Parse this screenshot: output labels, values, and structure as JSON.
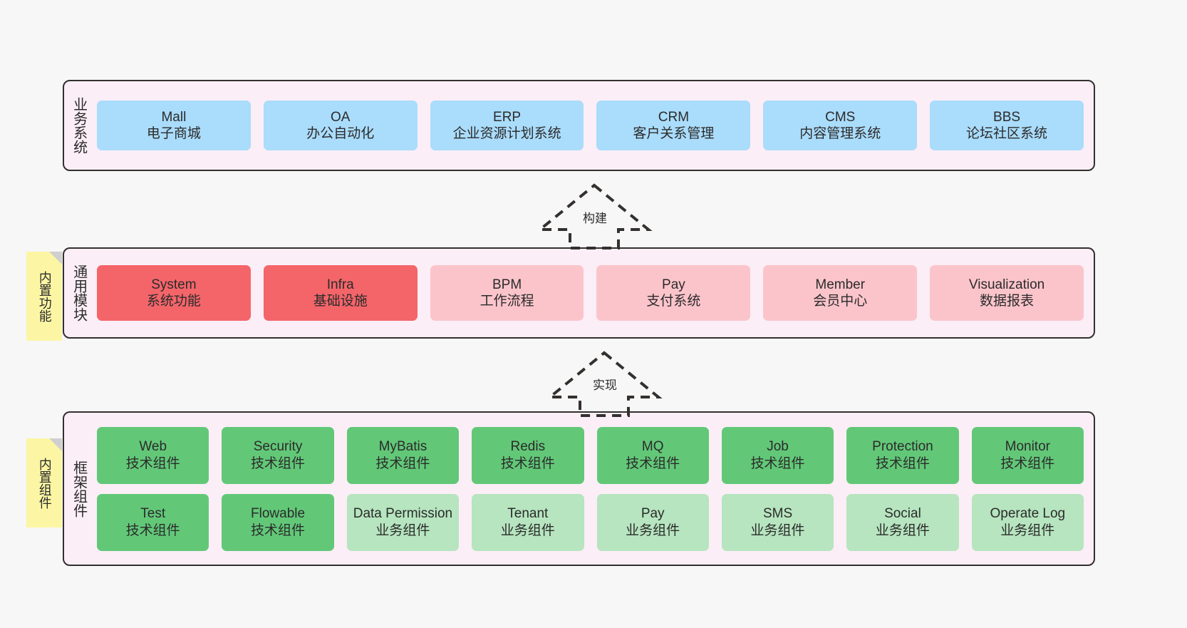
{
  "diagram": {
    "background_color": "#f7f7f7",
    "band_fill": "#fbeef6",
    "band_border": "#33302e",
    "note_fill": "#fcf6a4",
    "colors": {
      "blue": "#aadcfb",
      "red": "#f4656a",
      "pink": "#fbc4cb",
      "green": "#62c878",
      "light_green": "#b6e5bf"
    }
  },
  "notes": [
    {
      "label": "内置功能",
      "name": "note-builtin-functions"
    },
    {
      "label": "内置组件",
      "name": "note-builtin-components"
    }
  ],
  "connectors": [
    {
      "label": "构建",
      "style": "dashed-hollow-arrow-up",
      "name": "connector-build"
    },
    {
      "label": "实现",
      "style": "dashed-hollow-arrow-up",
      "name": "connector-implement"
    }
  ],
  "sections": {
    "business": {
      "title": "业务系统",
      "items": [
        {
          "name": "Mall",
          "desc": "电子商城",
          "color": "blue"
        },
        {
          "name": "OA",
          "desc": "办公自动化",
          "color": "blue"
        },
        {
          "name": "ERP",
          "desc": "企业资源计划系统",
          "color": "blue"
        },
        {
          "name": "CRM",
          "desc": "客户关系管理",
          "color": "blue"
        },
        {
          "name": "CMS",
          "desc": "内容管理系统",
          "color": "blue"
        },
        {
          "name": "BBS",
          "desc": "论坛社区系统",
          "color": "blue"
        }
      ]
    },
    "modules": {
      "title": "通用模块",
      "items": [
        {
          "name": "System",
          "desc": "系统功能",
          "color": "red"
        },
        {
          "name": "Infra",
          "desc": "基础设施",
          "color": "red"
        },
        {
          "name": "BPM",
          "desc": "工作流程",
          "color": "pink"
        },
        {
          "name": "Pay",
          "desc": "支付系统",
          "color": "pink"
        },
        {
          "name": "Member",
          "desc": "会员中心",
          "color": "pink"
        },
        {
          "name": "Visualization",
          "desc": "数据报表",
          "color": "pink"
        }
      ]
    },
    "framework": {
      "title": "框架组件",
      "row1": [
        {
          "name": "Web",
          "desc": "技术组件",
          "color": "green"
        },
        {
          "name": "Security",
          "desc": "技术组件",
          "color": "green"
        },
        {
          "name": "MyBatis",
          "desc": "技术组件",
          "color": "green"
        },
        {
          "name": "Redis",
          "desc": "技术组件",
          "color": "green"
        },
        {
          "name": "MQ",
          "desc": "技术组件",
          "color": "green"
        },
        {
          "name": "Job",
          "desc": "技术组件",
          "color": "green"
        },
        {
          "name": "Protection",
          "desc": "技术组件",
          "color": "green"
        },
        {
          "name": "Monitor",
          "desc": "技术组件",
          "color": "green"
        }
      ],
      "row2": [
        {
          "name": "Test",
          "desc": "技术组件",
          "color": "green"
        },
        {
          "name": "Flowable",
          "desc": "技术组件",
          "color": "green"
        },
        {
          "name": "Data Permission",
          "desc": "业务组件",
          "color": "light_green"
        },
        {
          "name": "Tenant",
          "desc": "业务组件",
          "color": "light_green"
        },
        {
          "name": "Pay",
          "desc": "业务组件",
          "color": "light_green"
        },
        {
          "name": "SMS",
          "desc": "业务组件",
          "color": "light_green"
        },
        {
          "name": "Social",
          "desc": "业务组件",
          "color": "light_green"
        },
        {
          "name": "Operate Log",
          "desc": "业务组件",
          "color": "light_green"
        }
      ]
    }
  }
}
